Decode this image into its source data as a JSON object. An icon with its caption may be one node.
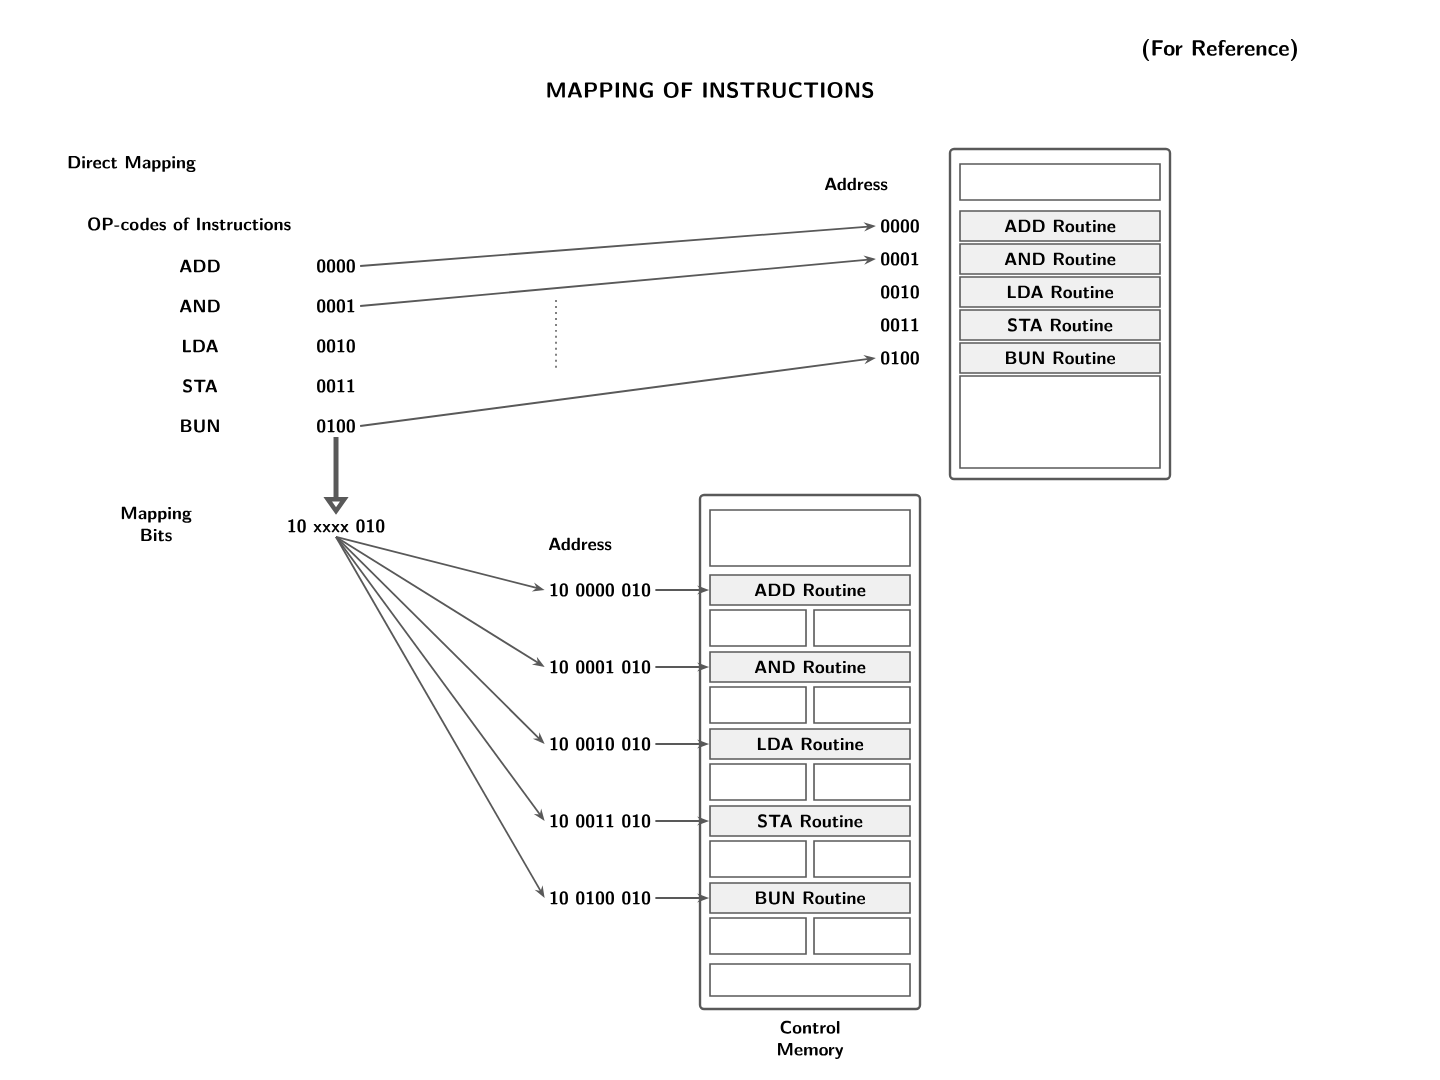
{
  "diagram": {
    "title": "MAPPING OF INSTRUCTIONS",
    "nodes": [
      {
        "text": [],
        "shape": "box"
      },
      {
        "text": [
          "ADD Routine"
        ],
        "in": 0
      },
      {
        "text": [
          "AND Routine"
        ],
        "in": 0
      },
      {
        "text": [
          "LDA Routine"
        ],
        "in": 0
      },
      {
        "text": [
          "STA Routine"
        ],
        "in": 0
      },
      {
        "text": [
          "BUN Routine"
        ],
        "in": 0
      },
      {
        "text": [
          "0000"
        ]
      },
      {
        "text": [
          "0001"
        ]
      },
      {
        "text": [
          "0010"
        ]
      },
      {
        "text": [
          "0011"
        ]
      },
      {
        "text": [
          "0100"
        ]
      },
      {
        "text": [
          "0000"
        ]
      },
      {
        "text": [
          "0001"
        ]
      },
      {
        "text": [
          "0010"
        ]
      },
      {
        "text": [
          "0011"
        ]
      },
      {
        "text": [
          "0100"
        ]
      },
      {
        "text": [
          "10 xxxx 010"
        ]
      },
      {
        "text": [
          "10 0000 010"
        ]
      },
      {
        "text": [
          "10 0001 010"
        ]
      },
      {
        "text": [
          "10 0010 010"
        ]
      },
      {
        "text": [
          "10 0011 010"
        ]
      },
      {
        "text": [
          "10 0100 010"
        ]
      },
      {
        "text": [],
        "shape": "box",
        "beside": [
          "Control Memory"
        ]
      },
      {
        "text": [
          "ADD Routine"
        ],
        "in": 22
      },
      {
        "text": [
          "AND Routine"
        ],
        "in": 22
      },
      {
        "text": [
          "LDA Routine"
        ],
        "in": 22
      },
      {
        "text": [
          "STA Routine"
        ],
        "in": 22
      },
      {
        "text": [
          "BUN Routine"
        ],
        "in": 22
      }
    ],
    "edges": [
      {
        "from": 11,
        "to": 6,
        "arrow": "to"
      },
      {
        "from": 12,
        "to": 7,
        "arrow": "to"
      },
      {
        "from": 15,
        "to": 10,
        "arrow": "to"
      },
      {
        "from": 15,
        "to": 16,
        "arrow": "to",
        "style": "thick"
      },
      {
        "from": 16,
        "to": 17,
        "arrow": "to"
      },
      {
        "from": 16,
        "to": 18,
        "arrow": "to"
      },
      {
        "from": 16,
        "to": 19,
        "arrow": "to"
      },
      {
        "from": 16,
        "to": 20,
        "arrow": "to"
      },
      {
        "from": 16,
        "to": 21,
        "arrow": "to"
      },
      {
        "from": 17,
        "to": 23,
        "arrow": "to"
      },
      {
        "from": 18,
        "to": 24,
        "arrow": "to"
      },
      {
        "from": 19,
        "to": 25,
        "arrow": "to"
      },
      {
        "from": 20,
        "to": 26,
        "arrow": "to"
      },
      {
        "from": 21,
        "to": 27,
        "arrow": "to"
      }
    ],
    "labels": [
      "(For Reference)",
      "Direct Mapping",
      "OP-codes of Instructions",
      "ADD",
      "AND",
      "LDA",
      "STA",
      "BUN",
      "Address",
      "Mapping Bits",
      "Address"
    ]
  }
}
